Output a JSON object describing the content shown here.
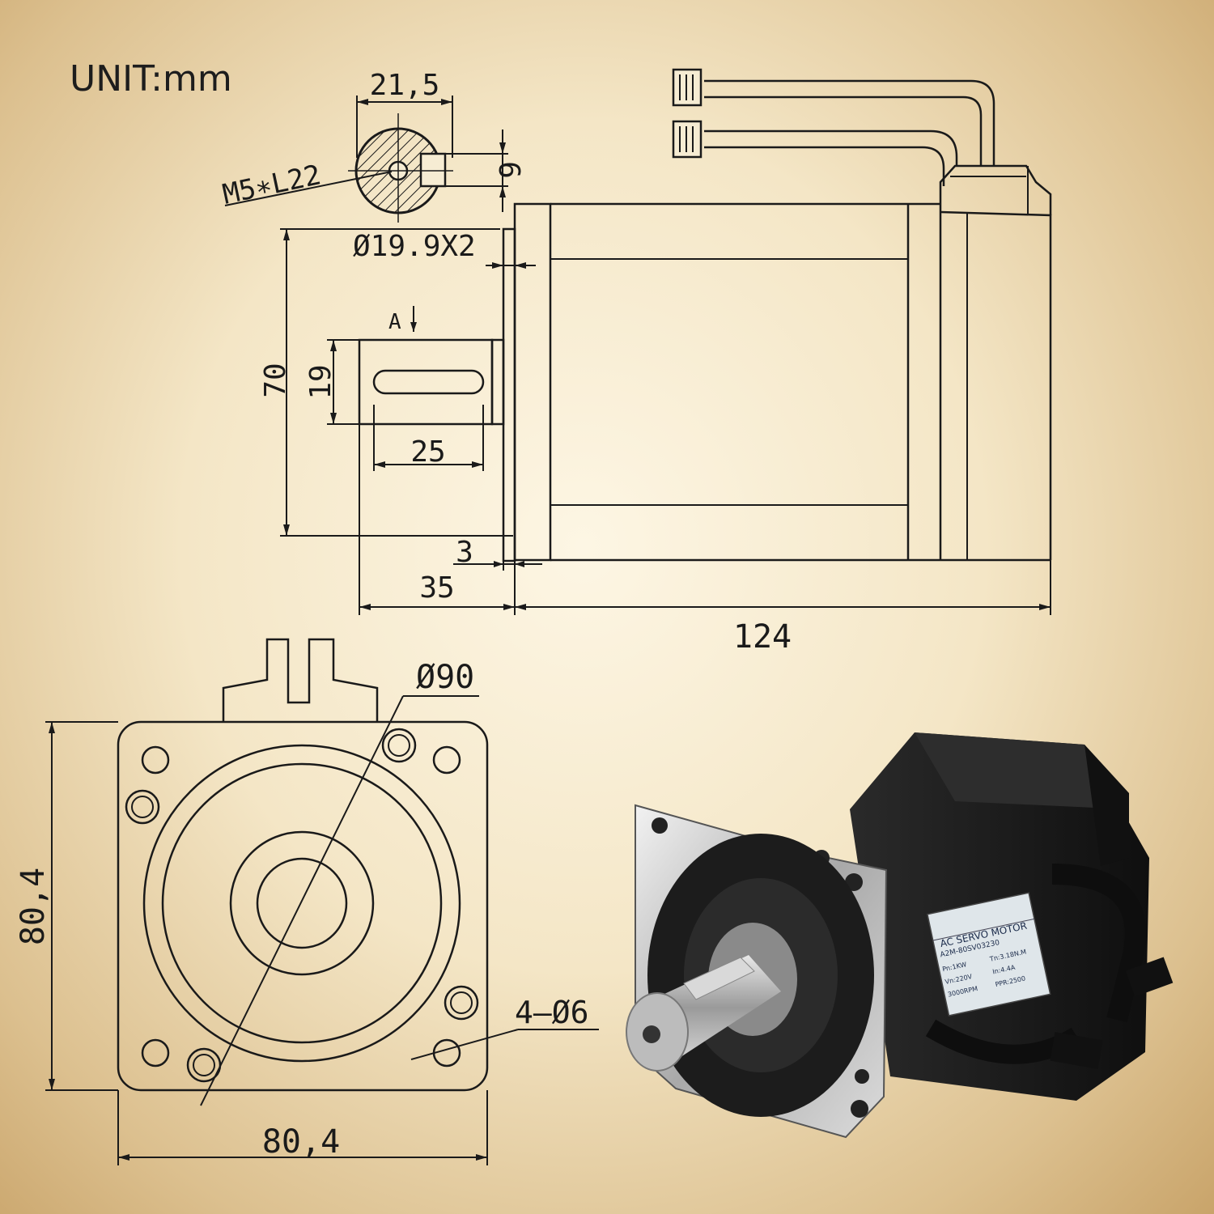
{
  "unit_label": "UNIT:mm",
  "dimensions": {
    "shaft_width": "21,5",
    "key_depth": "6",
    "thread": "M5∗L22",
    "shaft_diameter": "Ø19.9X2",
    "mark_a": "A",
    "flange_height": "70",
    "key_width": "19",
    "key_length": "25",
    "shaft_step": "3",
    "shaft_length": "35",
    "body_length": "124",
    "pitch_diameter": "Ø90",
    "flange_side_v": "80,4",
    "flange_side_h": "80,4",
    "mount_holes": "4–Ø6"
  },
  "nameplate": {
    "title": "AC SERVO MOTOR",
    "model": "A2M-80SV03230",
    "pn": "Pn:1KW",
    "tn": "Tn:3.18N.M",
    "vn": "Vn:220V",
    "in": "In:4.4A",
    "speed": "3000RPM",
    "ppr": "PPR:2500"
  },
  "colors": {
    "line": "#1a1a1a",
    "motor_body": "#1b1b1b",
    "flange_metal": "#c9c9c9",
    "background": "#f4e6c6"
  }
}
